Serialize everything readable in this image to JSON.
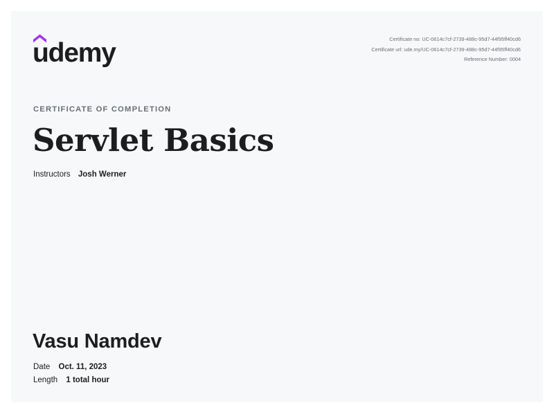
{
  "brand": {
    "wordmark": "udemy",
    "accent_color": "#a435f0",
    "text_color": "#1c1d1f"
  },
  "meta": {
    "certificate_no": "Certificate no: UC-0614c7cf-2739-488c-95d7-44f95ff40cd6",
    "certificate_url": "Certificate url: ude.my/UC-0614c7cf-2739-488c-95d7-44f95ff40cd6",
    "reference_number": "Reference Number: 0004"
  },
  "certificate": {
    "eyebrow": "CERTIFICATE OF COMPLETION",
    "course_title": "Servlet Basics",
    "instructors_label": "Instructors",
    "instructors": "Josh Werner",
    "recipient_name": "Vasu Namdev",
    "date_label": "Date",
    "date": "Oct. 11, 2023",
    "length_label": "Length",
    "length": "1 total hour"
  },
  "colors": {
    "page_background": "#ffffff",
    "certificate_background": "#f7f8fa",
    "muted_text": "#6a6f73"
  }
}
